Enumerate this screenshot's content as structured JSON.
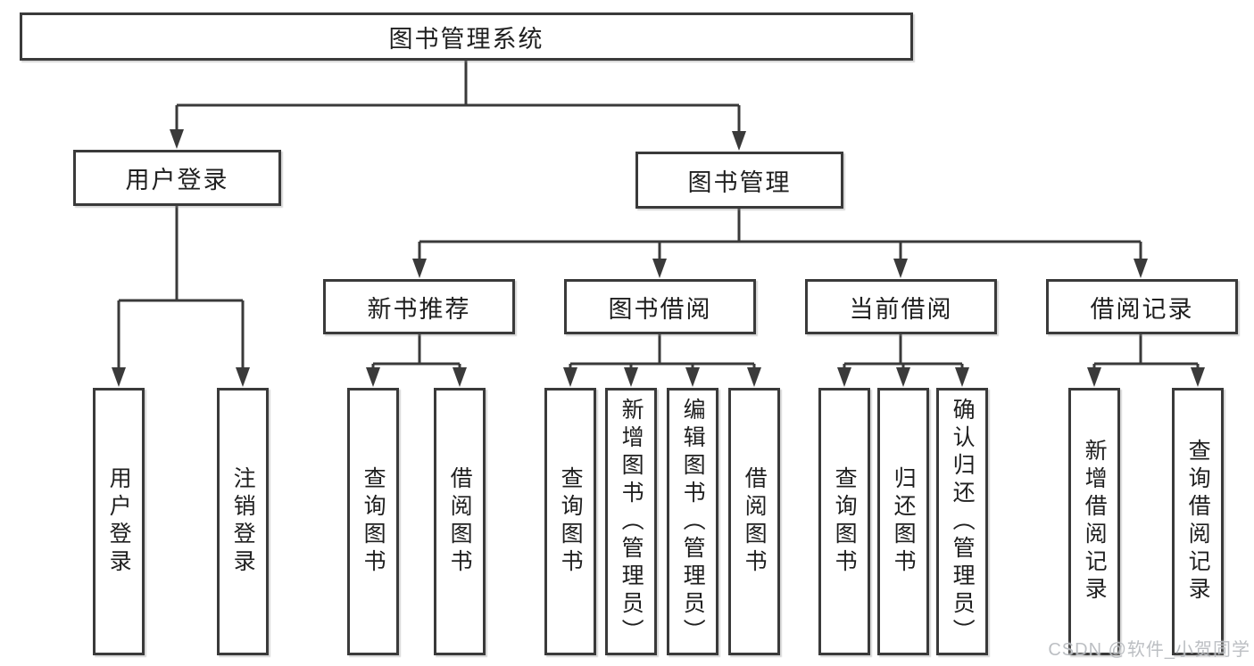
{
  "tree": {
    "root": "图书管理系统",
    "level2": [
      {
        "label": "用户登录"
      },
      {
        "label": "图书管理"
      }
    ],
    "level3": [
      {
        "label": "新书推荐"
      },
      {
        "label": "图书借阅"
      },
      {
        "label": "当前借阅"
      },
      {
        "label": "借阅记录"
      }
    ],
    "leaves": {
      "user_login": [
        "用户登录",
        "注销登录"
      ],
      "new_book_recommend": [
        "查询图书",
        "借阅图书"
      ],
      "book_borrowing": [
        "查询图书",
        "新增图书（管理员）",
        "编辑图书（管理员）",
        "借阅图书"
      ],
      "current_borrowing": [
        "查询图书",
        "归还图书",
        "确认归还（管理员）"
      ],
      "borrowing_records": [
        "新增借阅记录",
        "查询借阅记录"
      ]
    }
  },
  "watermark": "CSDN @软件_小贺同学",
  "colors": {
    "line": "#3a3a3a",
    "text": "#1f1f1f",
    "watermark": "#b9bcc0",
    "background": "#ffffff"
  }
}
